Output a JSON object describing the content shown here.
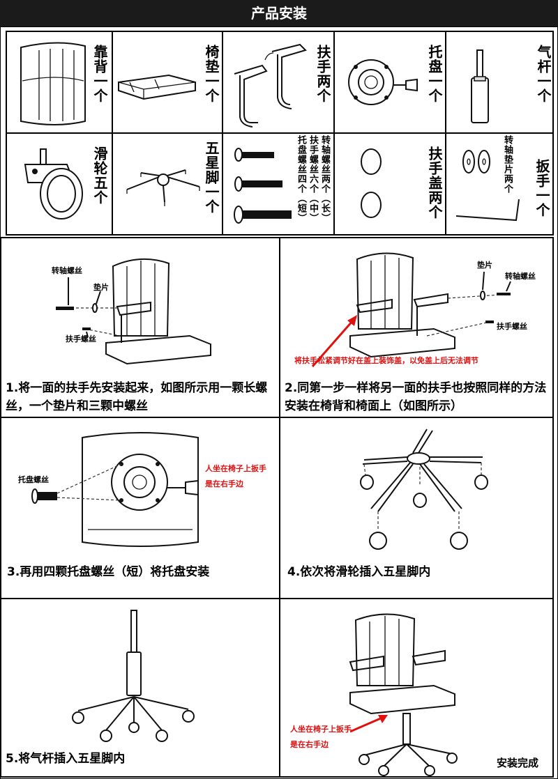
{
  "header": {
    "title": "产品安装"
  },
  "parts": [
    {
      "label": "靠背一个"
    },
    {
      "label": "椅垫一个"
    },
    {
      "label": "扶手两个"
    },
    {
      "label": "托盘一个"
    },
    {
      "label": "气杆一个"
    },
    {
      "label": "滑轮五个"
    },
    {
      "label": "五星脚一个"
    },
    {
      "label": "托盘螺丝四个（短）",
      "label2": "扶手螺丝六个（中）",
      "label3": "转轴螺丝两个（长）"
    },
    {
      "label": "扶手盖两个"
    },
    {
      "label": "转轴垫片两个",
      "label2": "扳手一个"
    }
  ],
  "steps": [
    {
      "caption": "1.将一面的扶手先安装起来，如图所示用一颗长螺丝，一个垫片和三颗中螺丝",
      "annotations": {
        "a1": "转轴螺丝",
        "a2": "垫片",
        "a3": "扶手螺丝"
      }
    },
    {
      "caption": "2.同第一步一样将另一面的扶手也按照同样的方法安装在椅背和椅面上（如图所示）",
      "annotations": {
        "a1": "垫片",
        "a2": "转轴螺丝",
        "a3": "扶手螺丝"
      },
      "note": "将扶手松紧调节好在盖上装饰盖，以免盖上后无法调节"
    },
    {
      "caption": "3.再用四颗托盘螺丝（短）将托盘安装",
      "annotations": {
        "a1": "托盘螺丝"
      },
      "note": "人坐在椅子上扳手是在右手边"
    },
    {
      "caption": "4.依次将滑轮插入五星脚内"
    },
    {
      "caption": "5.将气杆插入五星脚内"
    },
    {
      "caption": "安装完成",
      "note": "人坐在椅子上扳手是在右手边"
    }
  ]
}
